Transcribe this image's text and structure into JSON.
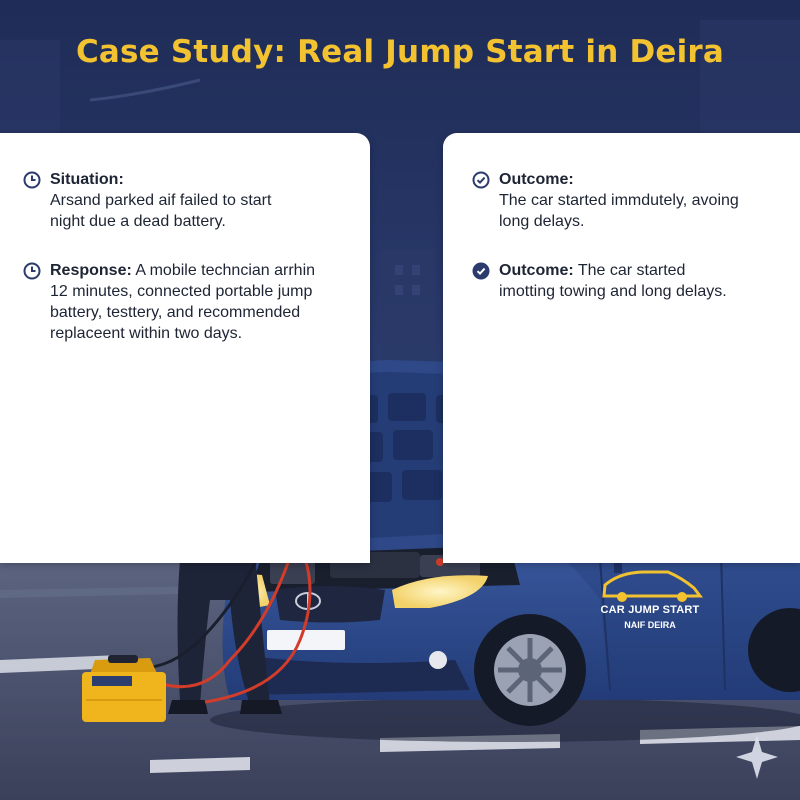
{
  "title": "Case Study: Real Jump Start in Deira",
  "left_card": {
    "situation": {
      "icon": "clock-icon",
      "label": "Situation:",
      "lines": [
        "Arsand parked aif failed to start",
        "night due a dead battery."
      ]
    },
    "response": {
      "icon": "clock-icon",
      "label": "Response:",
      "first_line_rest": " A mobile techncian arrhin",
      "lines": [
        "12 minutes, connected portable jump",
        "battery, testtery, and recommended",
        "replaceent within two days."
      ]
    }
  },
  "right_card": {
    "outcome_1": {
      "icon": "check-circle-icon",
      "label": "Outcome:",
      "lines": [
        "The car started immdutely, avoing",
        "long delays."
      ]
    },
    "outcome_2": {
      "icon": "check-circle-filled-icon",
      "label": "Outcome:",
      "first_line_rest": " The car started",
      "lines": [
        "imotting towing and long delays."
      ]
    }
  },
  "car_decal": {
    "line1": "CAR JUMP START",
    "line2": "NAIF DEIRA"
  },
  "colors": {
    "title": "#f2c230",
    "background": "#2a3a6c",
    "car_body": "#2f4a8a",
    "bolt": "#f5c518",
    "vest": "#f5c518",
    "jump_box": "#f0b51c"
  }
}
